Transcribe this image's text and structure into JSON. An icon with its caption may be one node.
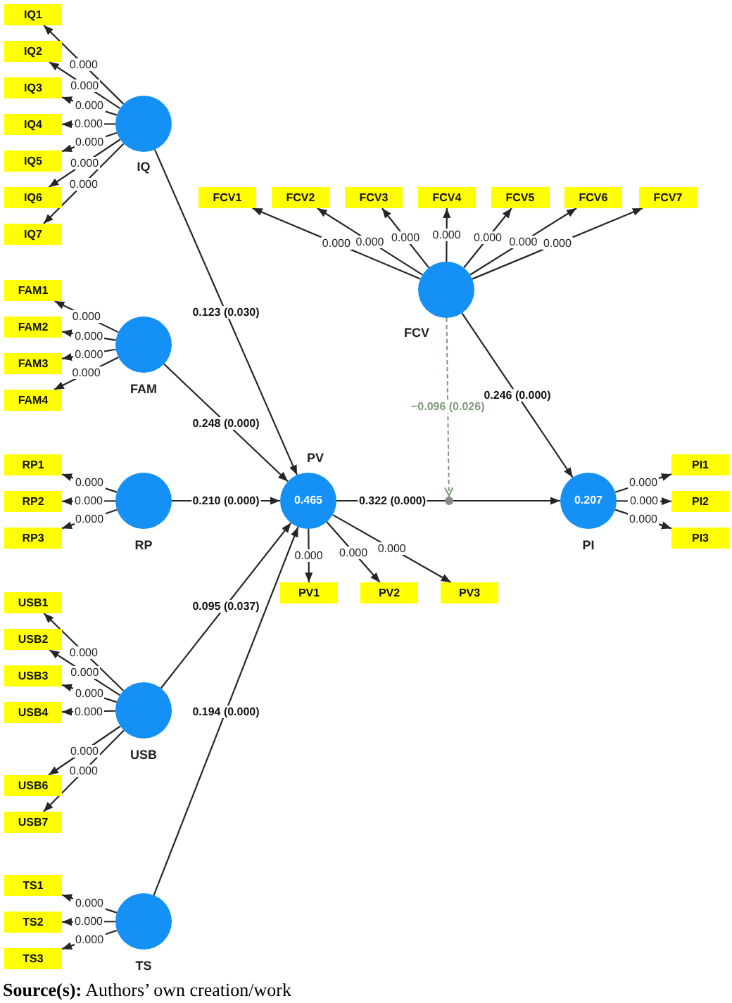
{
  "diagram": {
    "caption": "**Source(s):** Authors’ own creation/work",
    "nodes": [
      {
        "text": [
          "IQ1"
        ]
      },
      {
        "text": [
          "IQ2"
        ]
      },
      {
        "text": [
          "IQ3"
        ]
      },
      {
        "text": [
          "IQ4"
        ]
      },
      {
        "text": [
          "IQ5"
        ]
      },
      {
        "text": [
          "IQ6"
        ]
      },
      {
        "text": [
          "IQ7"
        ]
      },
      {
        "text": [
          "IQ"
        ]
      },
      {
        "text": [
          "FAM1"
        ]
      },
      {
        "text": [
          "FAM2"
        ]
      },
      {
        "text": [
          "FAM3"
        ]
      },
      {
        "text": [
          "FAM4"
        ]
      },
      {
        "text": [
          "FAM"
        ]
      },
      {
        "text": [
          "RP1"
        ]
      },
      {
        "text": [
          "RP2"
        ]
      },
      {
        "text": [
          "RP3"
        ]
      },
      {
        "text": [
          "RP"
        ]
      },
      {
        "text": [
          "USB1"
        ]
      },
      {
        "text": [
          "USB2"
        ]
      },
      {
        "text": [
          "USB3"
        ]
      },
      {
        "text": [
          "USB4"
        ]
      },
      {
        "text": [
          "USB6"
        ]
      },
      {
        "text": [
          "USB7"
        ]
      },
      {
        "text": [
          "USB"
        ]
      },
      {
        "text": [
          "TS1"
        ]
      },
      {
        "text": [
          "TS2"
        ]
      },
      {
        "text": [
          "TS3"
        ]
      },
      {
        "text": [
          "TS"
        ]
      },
      {
        "text": [
          "FCV1"
        ]
      },
      {
        "text": [
          "FCV2"
        ]
      },
      {
        "text": [
          "FCV3"
        ]
      },
      {
        "text": [
          "FCV4"
        ]
      },
      {
        "text": [
          "FCV5"
        ]
      },
      {
        "text": [
          "FCV6"
        ]
      },
      {
        "text": [
          "FCV7"
        ]
      },
      {
        "text": [
          "FCV"
        ]
      },
      {
        "text": [
          "PV",
          "0.465"
        ]
      },
      {
        "text": [],
        "shape": "circle"
      },
      {
        "text": [
          "0.207",
          "PI"
        ]
      },
      {
        "text": [
          "PV1"
        ]
      },
      {
        "text": [
          "PV2"
        ]
      },
      {
        "text": [
          "PV3"
        ]
      },
      {
        "text": [
          "PI1"
        ]
      },
      {
        "text": [
          "PI2"
        ]
      },
      {
        "text": [
          "PI3"
        ]
      }
    ],
    "edges": [
      {
        "from": 7,
        "to": 0,
        "arrow": "to",
        "label": "0.000"
      },
      {
        "from": 7,
        "to": 1,
        "arrow": "to",
        "label": "0.000"
      },
      {
        "from": 7,
        "to": 2,
        "arrow": "to",
        "label": "0.000"
      },
      {
        "from": 7,
        "to": 3,
        "arrow": "to",
        "label": "0.000"
      },
      {
        "from": 7,
        "to": 4,
        "arrow": "to",
        "label": "0.000"
      },
      {
        "from": 7,
        "to": 5,
        "arrow": "to",
        "label": "0.000"
      },
      {
        "from": 7,
        "to": 6,
        "arrow": "to",
        "label": "0.000"
      },
      {
        "from": 12,
        "to": 8,
        "arrow": "to",
        "label": "0.000"
      },
      {
        "from": 12,
        "to": 9,
        "arrow": "to",
        "label": "0.000"
      },
      {
        "from": 12,
        "to": 10,
        "arrow": "to",
        "label": "0.000"
      },
      {
        "from": 12,
        "to": 11,
        "arrow": "to",
        "label": "0.000"
      },
      {
        "from": 16,
        "to": 13,
        "arrow": "to",
        "label": "0.000"
      },
      {
        "from": 16,
        "to": 14,
        "arrow": "to",
        "label": "0.000"
      },
      {
        "from": 16,
        "to": 15,
        "arrow": "to",
        "label": "0.000"
      },
      {
        "from": 23,
        "to": 17,
        "arrow": "to",
        "label": "0.000"
      },
      {
        "from": 23,
        "to": 18,
        "arrow": "to",
        "label": "0.000"
      },
      {
        "from": 23,
        "to": 19,
        "arrow": "to",
        "label": "0.000"
      },
      {
        "from": 23,
        "to": 20,
        "arrow": "to",
        "label": "0.000"
      },
      {
        "from": 23,
        "to": 21,
        "arrow": "to",
        "label": "0.000"
      },
      {
        "from": 23,
        "to": 22,
        "arrow": "to",
        "label": "0.000"
      },
      {
        "from": 27,
        "to": 24,
        "arrow": "to",
        "label": "0.000"
      },
      {
        "from": 27,
        "to": 25,
        "arrow": "to",
        "label": "0.000"
      },
      {
        "from": 27,
        "to": 26,
        "arrow": "to",
        "label": "0.000"
      },
      {
        "from": 35,
        "to": 28,
        "arrow": "to",
        "label": "0.000"
      },
      {
        "from": 35,
        "to": 29,
        "arrow": "to",
        "label": "0.000"
      },
      {
        "from": 35,
        "to": 30,
        "arrow": "to",
        "label": "0.000"
      },
      {
        "from": 35,
        "to": 31,
        "arrow": "to",
        "label": "0.000"
      },
      {
        "from": 35,
        "to": 32,
        "arrow": "to",
        "label": "0.000"
      },
      {
        "from": 35,
        "to": 33,
        "arrow": "to",
        "label": "0.000"
      },
      {
        "from": 35,
        "to": 34,
        "arrow": "to",
        "label": "0.000"
      },
      {
        "from": 36,
        "to": 39,
        "arrow": "to",
        "label": "0.000"
      },
      {
        "from": 36,
        "to": 40,
        "arrow": "to",
        "label": "0.000"
      },
      {
        "from": 36,
        "to": 41,
        "arrow": "to",
        "label": "0.000"
      },
      {
        "from": 38,
        "to": 42,
        "arrow": "to",
        "label": "0.000"
      },
      {
        "from": 38,
        "to": 43,
        "arrow": "to",
        "label": "0.000"
      },
      {
        "from": 38,
        "to": 44,
        "arrow": "to",
        "label": "0.000"
      },
      {
        "from": 7,
        "to": 36,
        "arrow": "to",
        "label": "0.123 (0.030)"
      },
      {
        "from": 12,
        "to": 36,
        "arrow": "to",
        "label": "0.248 (0.000)"
      },
      {
        "from": 16,
        "to": 36,
        "arrow": "to",
        "label": "0.210 (0.000)"
      },
      {
        "from": 23,
        "to": 36,
        "arrow": "to",
        "label": "0.095 (0.037)"
      },
      {
        "from": 27,
        "to": 36,
        "arrow": "to",
        "label": "0.194 (0.000)"
      },
      {
        "from": 36,
        "to": 38,
        "arrow": "to",
        "label": "0.322 (0.000)"
      },
      {
        "from": 35,
        "to": 38,
        "arrow": "to",
        "label": "0.246 (0.000)"
      },
      {
        "from": 35,
        "to": 37,
        "arrow": "to",
        "label": "−0.096 (0.026)",
        "style": "dashed",
        "color": "#7f9a7b"
      }
    ]
  }
}
